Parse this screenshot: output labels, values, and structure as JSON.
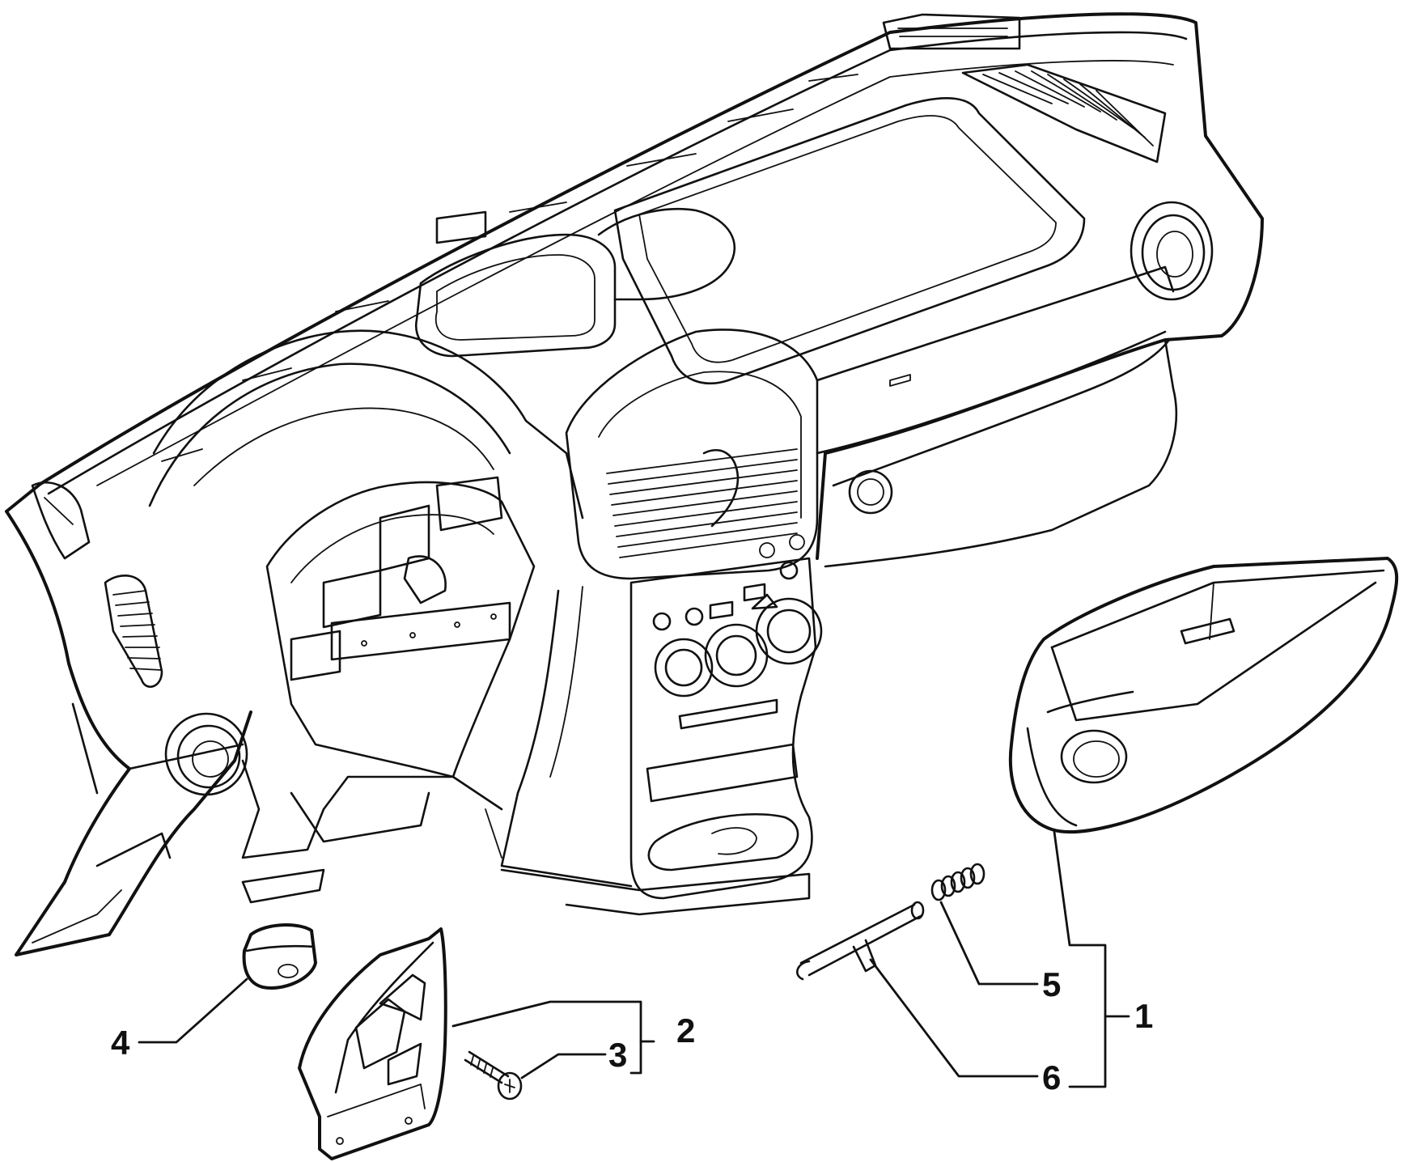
{
  "callouts": {
    "c1": "1",
    "c2": "2",
    "c3": "3",
    "c4": "4",
    "c5": "5",
    "c6": "6"
  },
  "parts": [
    {
      "id": "1",
      "description": "glove-box-assembly"
    },
    {
      "id": "2",
      "description": "lower-side-trim-panel"
    },
    {
      "id": "3",
      "description": "screw"
    },
    {
      "id": "4",
      "description": "clip"
    },
    {
      "id": "5",
      "description": "spring"
    },
    {
      "id": "6",
      "description": "latch-pin"
    }
  ],
  "colors": {
    "line": "#111111",
    "background": "#ffffff"
  }
}
